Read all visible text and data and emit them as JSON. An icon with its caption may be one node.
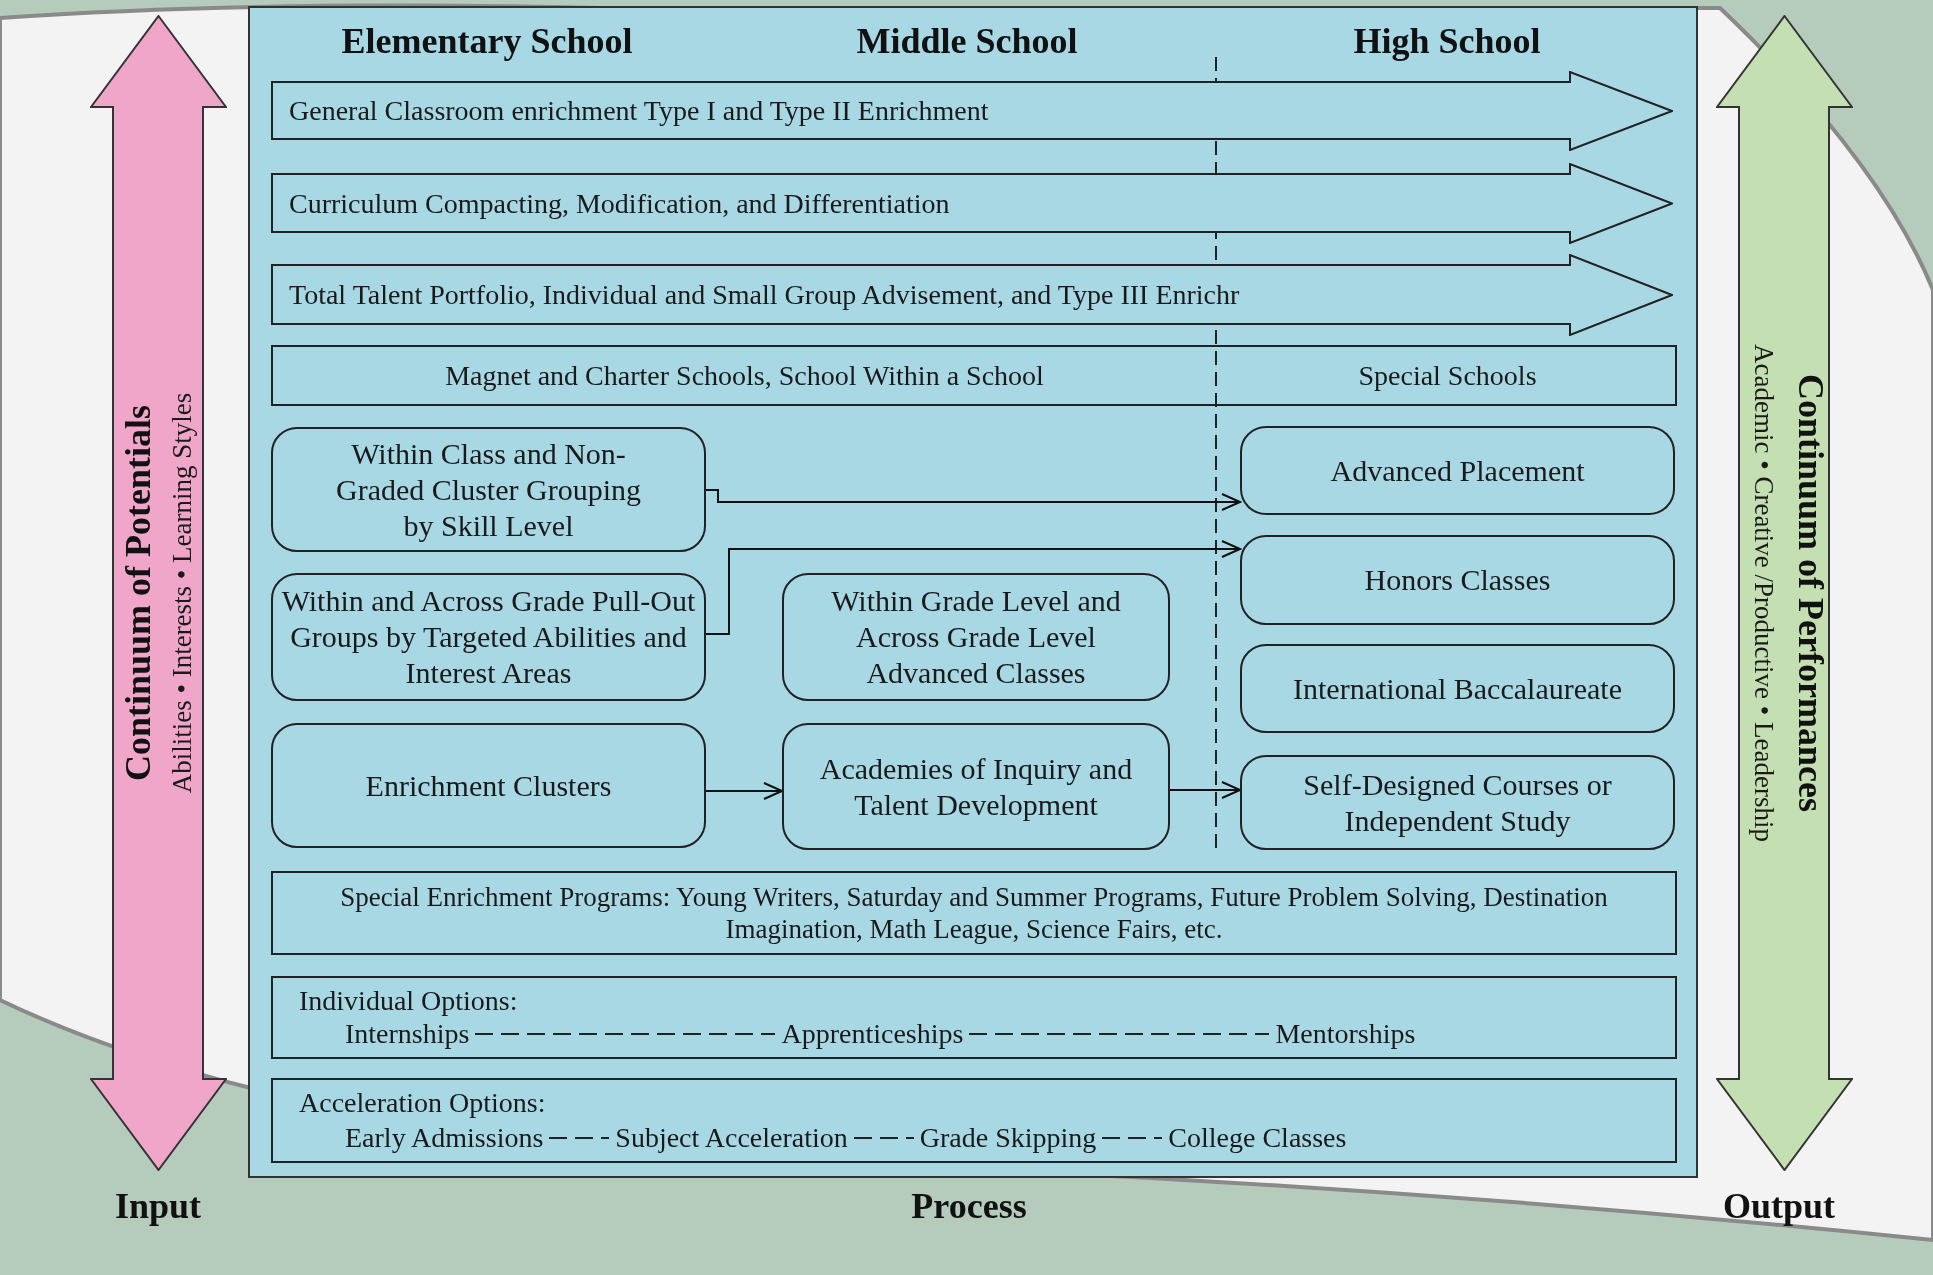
{
  "diagram": {
    "nodes": [
      {
        "text": [
          "Continuum of Potentials",
          "Abilities • Interests • Learning Styles"
        ],
        "beside": [
          "Input"
        ]
      },
      {
        "text": [],
        "shape": "box",
        "beside": [
          "Process"
        ]
      },
      {
        "text": [
          "General Classroom enrichment Type I and Type II Enrichment"
        ],
        "in": 1
      },
      {
        "text": [
          "Curriculum Compacting, Modification, and Differentiation"
        ],
        "in": 1
      },
      {
        "text": [
          "Total Talent Portfolio, Individual and Small Group Advisement, and Type III Enrichr"
        ],
        "in": 1
      },
      {
        "text": [
          "Magnet and Charter Schools, School Within a School",
          "Special Schools"
        ],
        "in": 1
      },
      {
        "text": [
          "Within Class and Non-Graded Cluster Grouping by Skill Level"
        ],
        "in": 1
      },
      {
        "text": [
          "Advanced Placement"
        ],
        "in": 1
      },
      {
        "text": [
          "Honors Classes"
        ],
        "in": 1
      },
      {
        "text": [
          "Within and Across Grade Pull-Out Groups by Targeted Abilities and Interest Areas"
        ],
        "in": 1
      },
      {
        "text": [
          "Within Grade Level and Across Grade Level Advanced Classes"
        ],
        "in": 1
      },
      {
        "text": [
          "International Baccalaureate"
        ],
        "in": 1
      },
      {
        "text": [
          "Enrichment Clusters"
        ],
        "in": 1
      },
      {
        "text": [
          "Academies of Inquiry and Talent Development"
        ],
        "in": 1
      },
      {
        "text": [
          "Self-Designed Courses or Independent Study"
        ],
        "in": 1
      },
      {
        "text": [
          "Special Enrichment Programs: Young Writers, Saturday and Summer Programs, Future Problem Solving, Destination Imagination, Math League, Science Fairs, etc."
        ],
        "in": 1
      },
      {
        "text": [
          "Individual Options:",
          "Internships",
          "Apprenticeships",
          "Mentorships"
        ],
        "in": 1
      },
      {
        "text": [
          "Acceleration Options:",
          "Early Admissions",
          "Subject Acceleration",
          "Grade Skipping",
          "College Classes"
        ],
        "in": 1
      },
      {
        "text": [
          "Continuum of Performances",
          "Academic • Creative /Productive • Leadership"
        ],
        "beside": [
          "Output"
        ]
      }
    ],
    "edges": [
      {
        "from": 6,
        "to": 7,
        "arrow": "to"
      },
      {
        "from": 9,
        "to": 8,
        "arrow": "to"
      },
      {
        "from": 12,
        "to": 13,
        "arrow": "to"
      },
      {
        "from": 13,
        "to": 14,
        "arrow": "to"
      }
    ],
    "labels": [
      "Elementary School",
      "Middle School",
      "High School"
    ]
  }
}
